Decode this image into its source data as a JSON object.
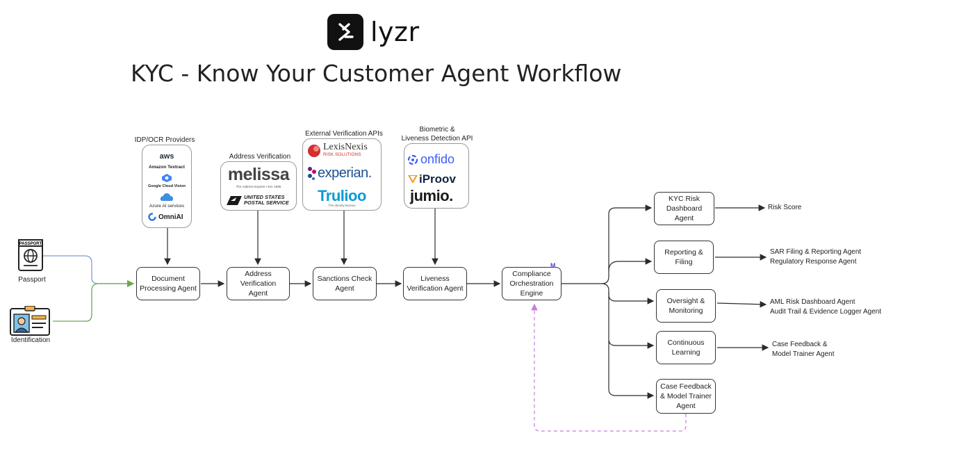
{
  "brand": {
    "name": "lyzr"
  },
  "title": "KYC - Know Your Customer Agent Workflow",
  "inputs": {
    "passport": "Passport",
    "identification": "Identification",
    "passport_card": "PASSPORT"
  },
  "providers": {
    "idp": {
      "label": "IDP/OCR Providers",
      "items": [
        "aws",
        "Amazon Textract",
        "Google Cloud Vision",
        "Azure AI services",
        "OmniAI"
      ]
    },
    "address": {
      "label": "Address Verification",
      "melissa": "melissa",
      "melissa_tag": "The Address Experts • Est. 1985",
      "usps_line1": "UNITED STATES",
      "usps_line2": "POSTAL SERVICE"
    },
    "external": {
      "label": "External Verification APIs",
      "lexis": "LexisNexis",
      "lexis_tag": "RISK SOLUTIONS",
      "experian": "experian.",
      "trulioo": "Trulioo",
      "trulioo_tag": "The Identity Bureau"
    },
    "biometric": {
      "label_line1": "Biometric &",
      "label_line2": "Liveness Detection API",
      "onfido": "onfido",
      "iproov": "iProov",
      "jumio": "jumio."
    }
  },
  "agents": {
    "document": "Document Processing Agent",
    "address": "Address Verification Agent",
    "sanctions": "Sanctions Check Agent",
    "liveness": "Liveness Verification Agent",
    "compliance": "Compliance Orchestration Engine",
    "compliance_badge": "M"
  },
  "outputs": {
    "risk": {
      "box": "KYC Risk Dashboard Agent",
      "result_1": "Risk  Score",
      "result_2": ""
    },
    "reporting": {
      "box": "Reporting & Filing",
      "result_1": "SAR Filing & Reporting Agent",
      "result_2": "Regulatory Response Agent"
    },
    "oversight": {
      "box": "Oversight & Monitoring",
      "result_1": "AML Risk Dashboard Agent",
      "result_2": "Audit Trail & Evidence Logger Agent"
    },
    "learning": {
      "box": "Continuous Learning",
      "result_1": "Case Feedback &",
      "result_2": "Model Trainer Agent"
    },
    "feedback": {
      "box": "Case Feedback & Model  Trainer Agent"
    }
  },
  "colors": {
    "passport_line": "#7b9fd4",
    "id_line": "#6aa84f",
    "feedback_line": "#c77ddb",
    "arrow": "#2b2b2b",
    "badge": "#5b3fd8"
  }
}
